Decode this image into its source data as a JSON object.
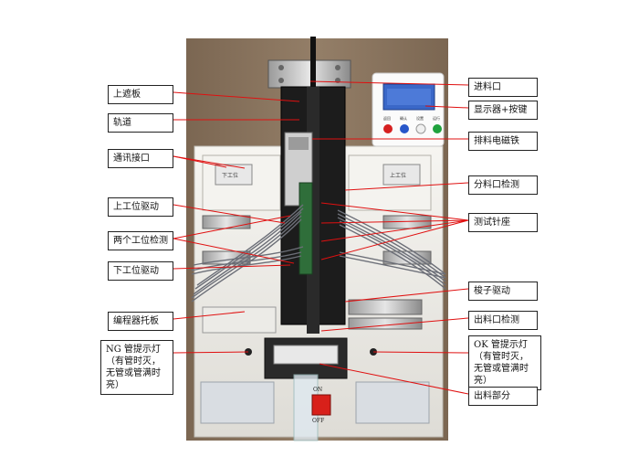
{
  "labels": {
    "top_cover": "上遮板",
    "rail": "轨道",
    "comm_port": "通讯接口",
    "upper_station_drive": "上工位驱动",
    "two_station_detect": "两个工位检测",
    "lower_station_drive": "下工位驱动",
    "programmer_tray": "编程器托板",
    "ng_lamp": "NG 管提示灯（有管时灭，无管或管满时亮）",
    "feed_inlet": "进料口",
    "display_keys": "显示器+按键",
    "discharge_magnet": "排料电磁铁",
    "split_detect": "分料口检测",
    "test_socket": "测试针座",
    "shuttle_drive": "梭子驱动",
    "outlet_detect": "出料口检测",
    "ok_lamp": "OK 管提示灯（有管时灭，无管或管满时亮）",
    "outlet_part": "出料部分"
  },
  "machine": {
    "socket_left": "下工位",
    "socket_right": "上工位",
    "power_on": "ON",
    "power_off": "OFF",
    "panel_buttons": [
      "返回",
      "确认",
      "设置",
      "运行"
    ]
  },
  "colors": {
    "cabinet": "#f1f0ec",
    "backdrop": "#8d7862",
    "leader": "#e01010",
    "power_switch": "#d8201a",
    "display": "#3a67c8"
  }
}
